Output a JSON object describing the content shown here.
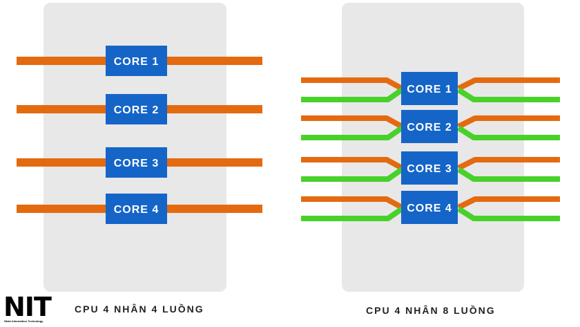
{
  "colors": {
    "core_fill": "#1565c8",
    "thread_primary": "#e46a10",
    "thread_secondary": "#49d12b",
    "panel_bg": "#e8e8e8"
  },
  "left": {
    "caption": "CPU 4 NHÂN 4 LUỒNG",
    "cores": [
      "CORE 1",
      "CORE 2",
      "CORE 3",
      "CORE 4"
    ]
  },
  "right": {
    "caption": "CPU 4 NHÂN 8 LUỒNG",
    "cores": [
      "CORE 1",
      "CORE 2",
      "CORE 3",
      "CORE 4"
    ]
  },
  "logo": {
    "main": "NIT",
    "sub": "Nhân Information Technology"
  }
}
